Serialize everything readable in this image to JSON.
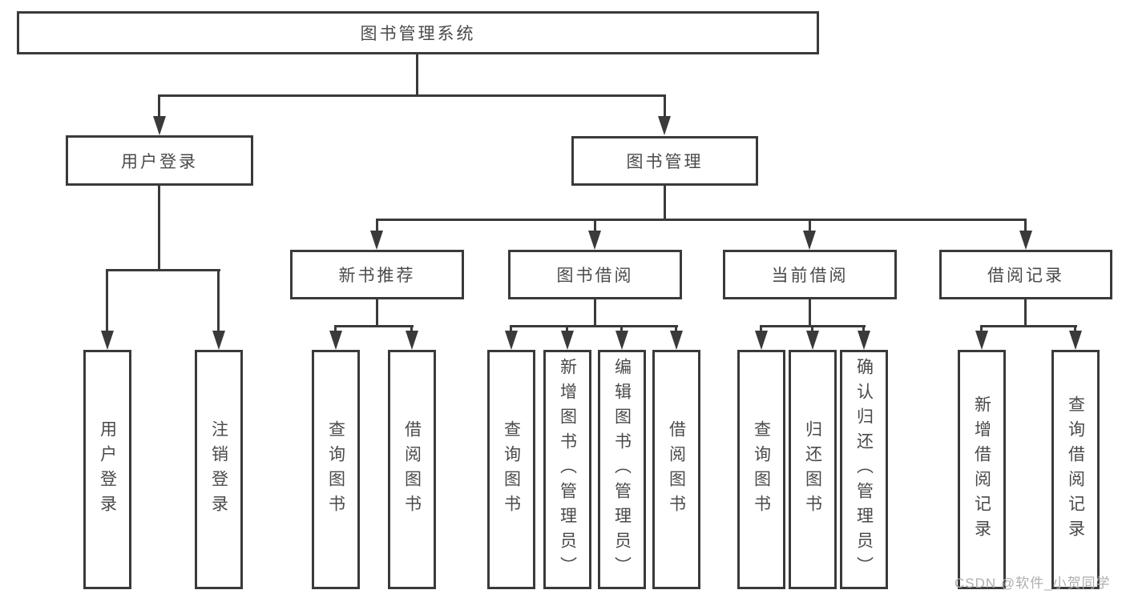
{
  "title": "图书管理系统",
  "tree": {
    "root": "图书管理系统",
    "branches": [
      {
        "label": "用户登录",
        "children": [
          "用户登录",
          "注销登录"
        ]
      },
      {
        "label": "图书管理",
        "groups": [
          {
            "label": "新书推荐",
            "children": [
              "查询图书",
              "借阅图书"
            ]
          },
          {
            "label": "图书借阅",
            "children": [
              "查询图书",
              "新增图书（管理员）",
              "编辑图书（管理员）",
              "借阅图书"
            ]
          },
          {
            "label": "当前借阅",
            "children": [
              "查询图书",
              "归还图书",
              "确认归还（管理员）"
            ]
          },
          {
            "label": "借阅记录",
            "children": [
              "新增借阅记录",
              "查询借阅记录"
            ]
          }
        ]
      }
    ]
  },
  "watermark": "CSDN @软件_小贺同学",
  "colors": {
    "line": "#3a3a3a",
    "text": "#4a4a4a",
    "watermark": "#aeaeae",
    "background": "#ffffff"
  }
}
